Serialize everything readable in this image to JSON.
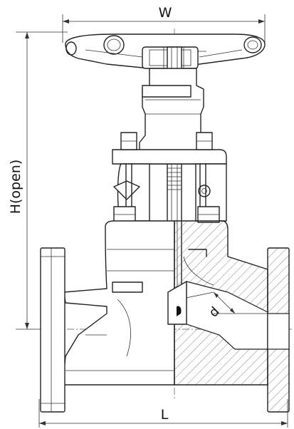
{
  "labels": {
    "width": "W",
    "height": "H(open)",
    "length": "L",
    "bore": "d"
  },
  "colors": {
    "line": "#222222",
    "hatch": "#777777",
    "background": "#ffffff"
  }
}
